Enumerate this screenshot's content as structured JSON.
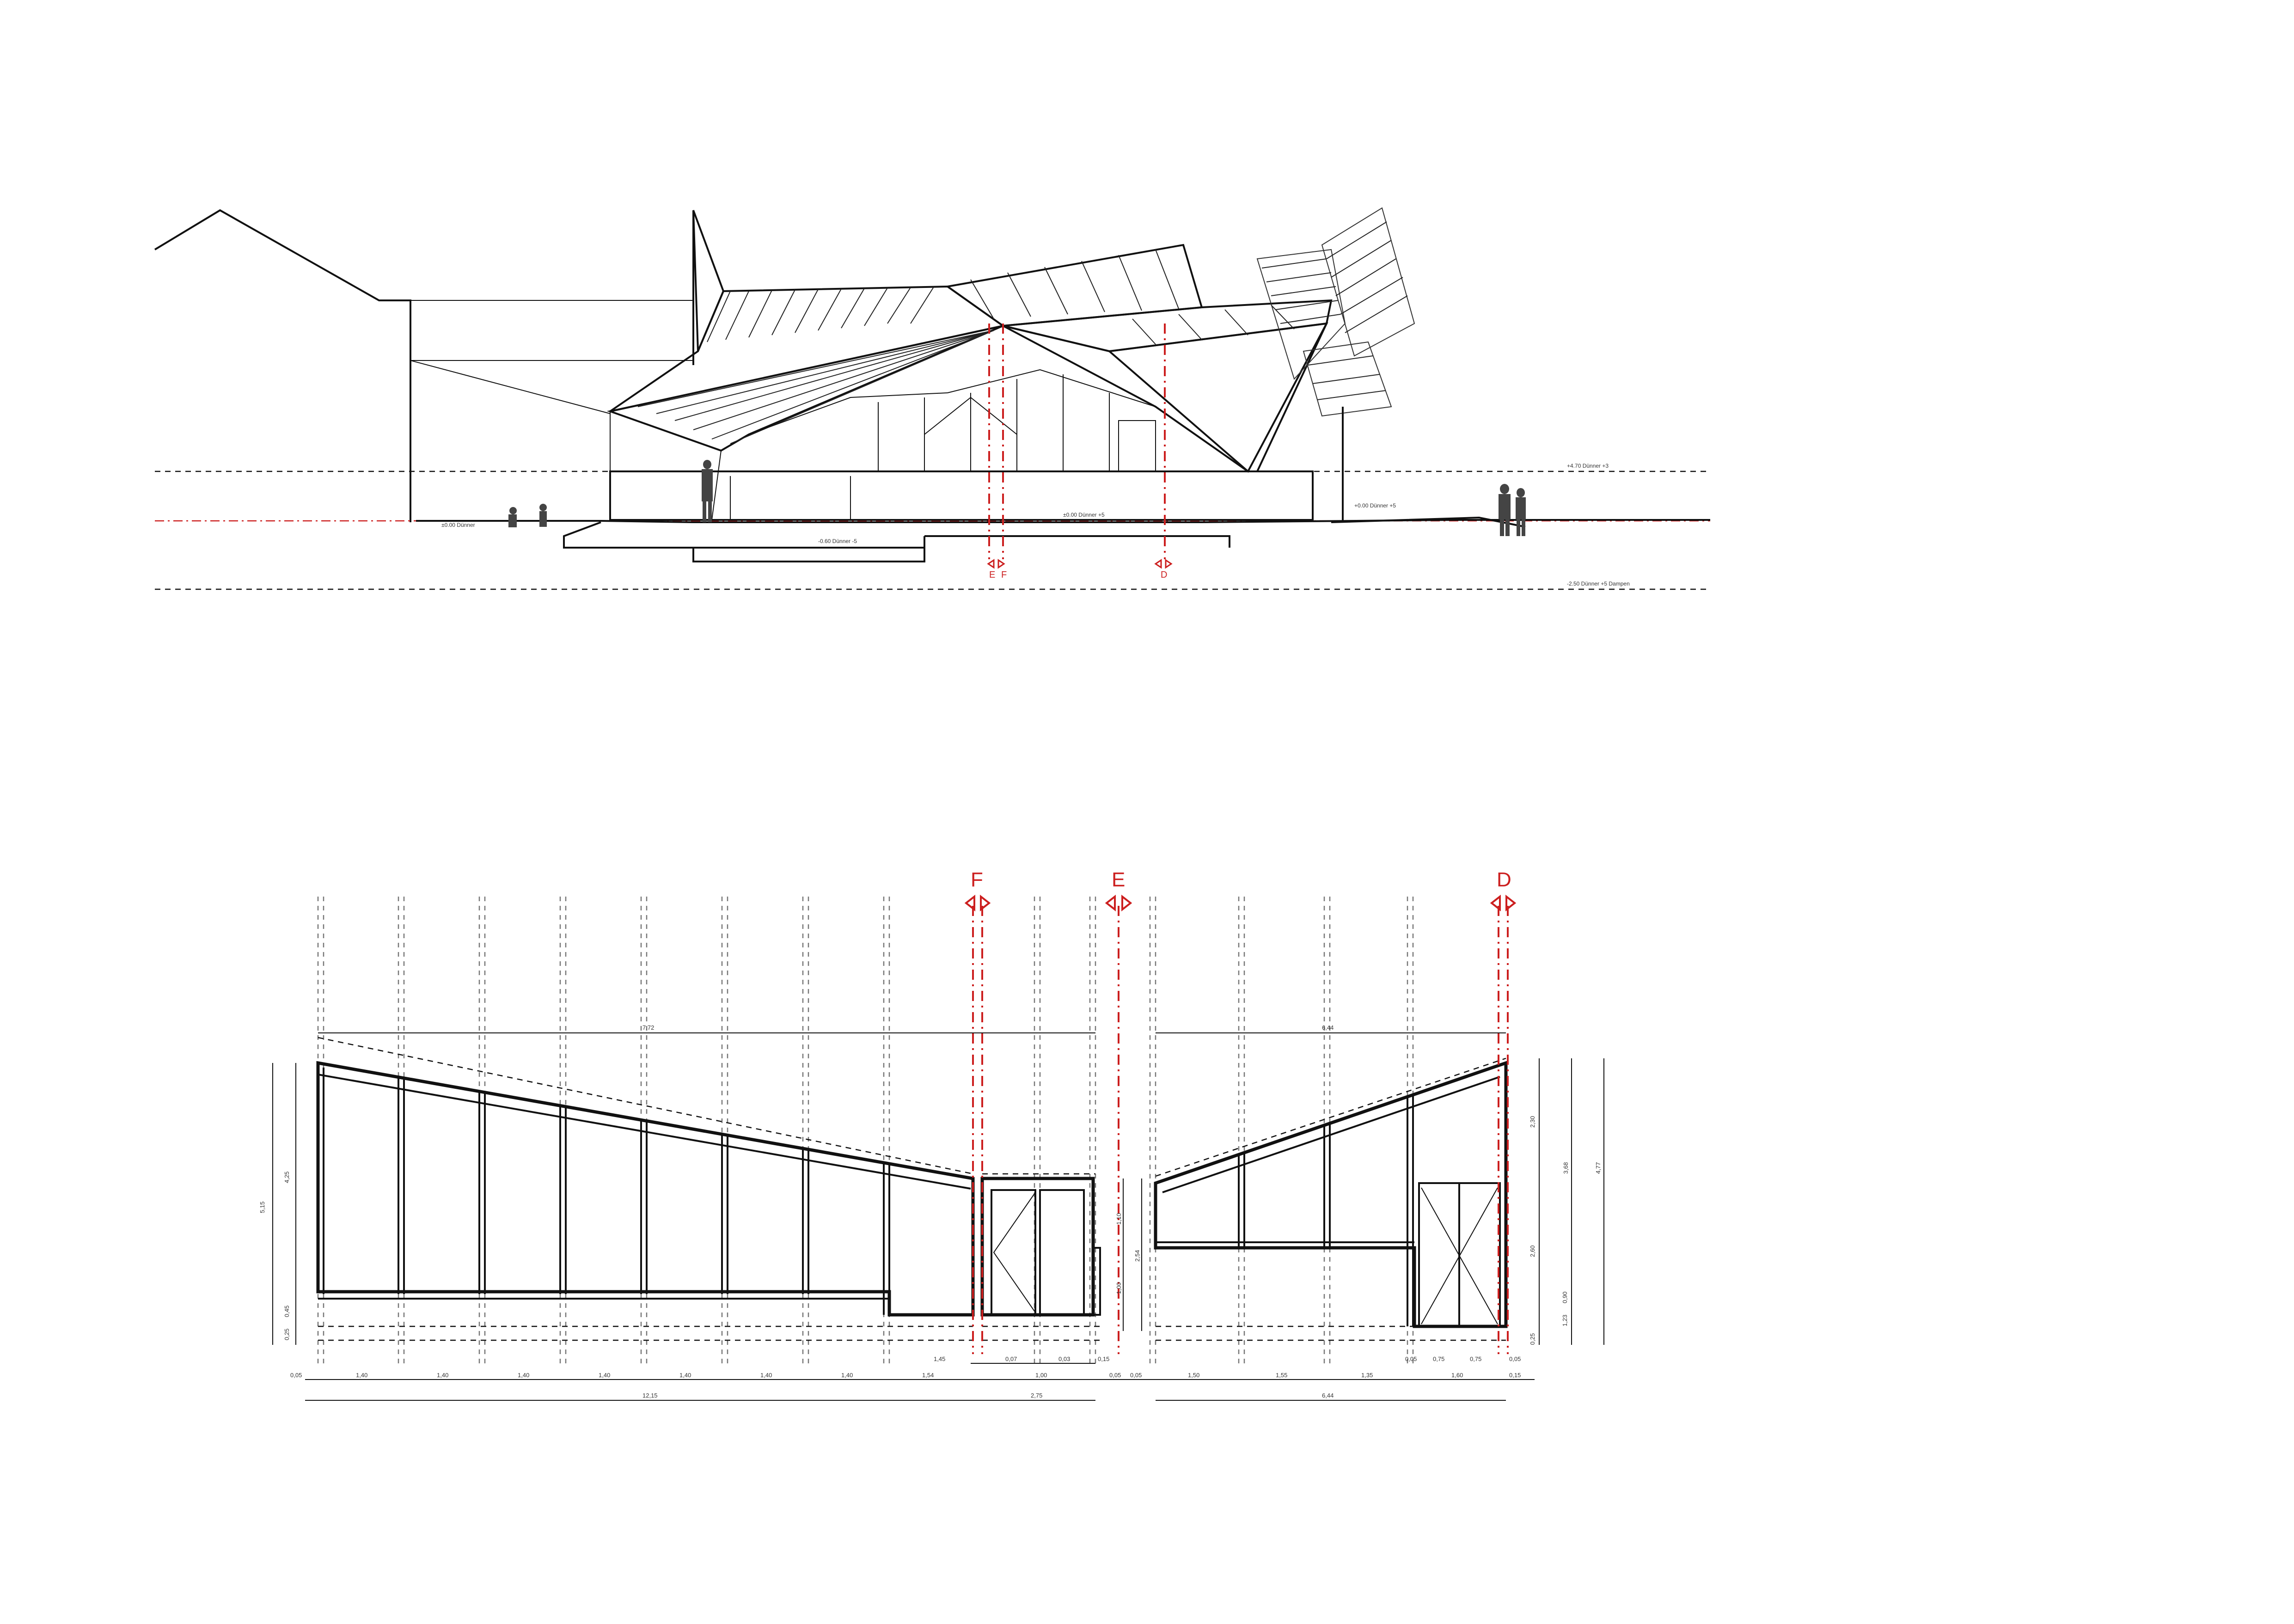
{
  "elevation": {
    "level_marks": [
      "+4.70 Dünner +3",
      "±0.00 Dünner",
      "±0.00 Dünner +5",
      "+0.00 Dünner +5",
      "-0.60 Dünner -5",
      "-2.50 Dünner +5 Dampen"
    ],
    "section_markers": [
      "E",
      "F",
      "D"
    ]
  },
  "facade": {
    "section_markers": [
      "F",
      "E",
      "D"
    ],
    "left": {
      "overall_width": "7.72",
      "top_chain": [
        "0,05",
        "1,40",
        "1,40",
        "1,40",
        "1,40",
        "1,40",
        "1,40",
        "1,40",
        "1,54"
      ],
      "top_chain_right": [
        "1,45",
        "0,07",
        "1,00",
        "0,03",
        "0,15",
        "0,05",
        "0,05"
      ],
      "total_left": "12,15",
      "total_mid": "2,75",
      "height_total": "5,15",
      "height_window": "4,25",
      "height_sill": "0,45",
      "height_base": "0,25"
    },
    "right": {
      "overall_width": "6,44",
      "top_chain": [
        "1,50",
        "1,55",
        "1,35",
        "0,05",
        "0,75",
        "0,75",
        "1,60",
        "0,05"
      ],
      "total": "6,44",
      "end_dim": "0,15",
      "heights": [
        "2,30",
        "2,60",
        "0,90",
        "1,23",
        "0,25",
        "3,68",
        "4,77"
      ],
      "door_heights": [
        "1,10",
        "1,00",
        "2,54"
      ]
    }
  }
}
